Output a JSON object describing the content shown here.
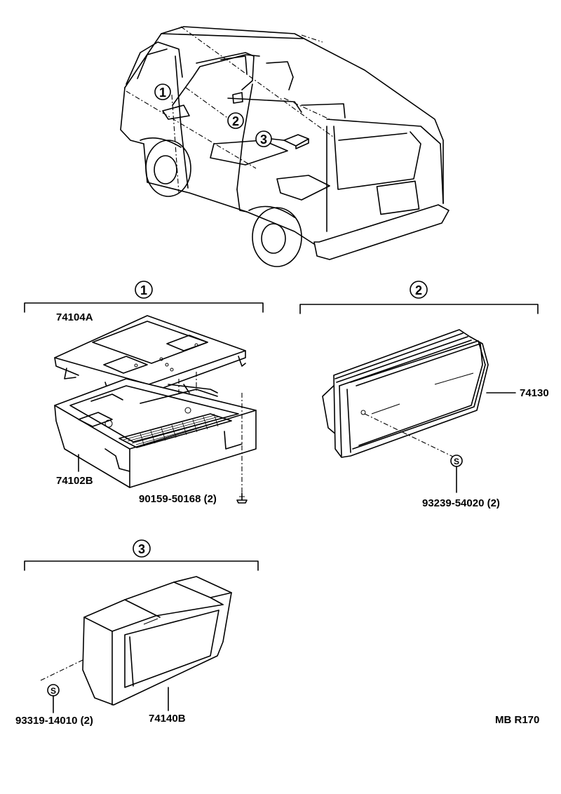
{
  "callouts": {
    "one": "1",
    "two": "2",
    "three": "3"
  },
  "group1": {
    "parts": {
      "lid": "74104A",
      "box": "74102B",
      "screw": "90159-50168 (2)"
    }
  },
  "group2": {
    "parts": {
      "tray": "74130",
      "screw": "93239-54020 (2)"
    }
  },
  "group3": {
    "parts": {
      "screw": "93319-14010 (2)",
      "box": "74140B"
    }
  },
  "screw_symbol": "S",
  "diagram_code": "MB R170"
}
